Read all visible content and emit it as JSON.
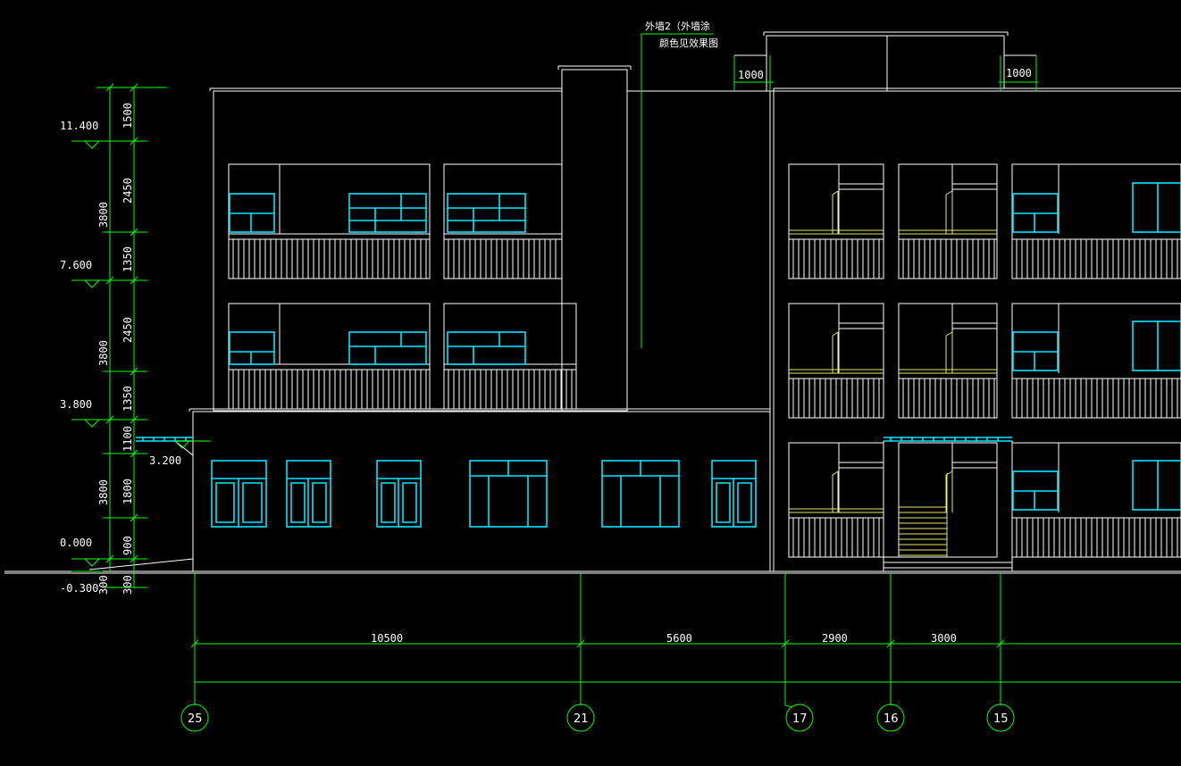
{
  "annotation": {
    "line1": "外墙2（外墙涂",
    "line2": "颜色见效果图"
  },
  "roof_dims": [
    "1000",
    "1000"
  ],
  "elevations": [
    "11.400",
    "7.600",
    "3.800",
    "3.200",
    "0.000",
    "-0.300"
  ],
  "vertical_dims": {
    "total": [
      "3800",
      "3800",
      "3800",
      "300"
    ],
    "parts": [
      "1500",
      "2450",
      "1350",
      "2450",
      "1350",
      "1100",
      "1800",
      "900",
      "300"
    ]
  },
  "horizontal_dims": [
    "10500",
    "5600",
    "2900",
    "3000"
  ],
  "axes": [
    "25",
    "21",
    "17",
    "16",
    "15"
  ],
  "colors": {
    "background": "#000000",
    "lines": "#ffffff",
    "windows": "#00e5ff",
    "dimensions": "#00ff00",
    "stairs": "#e8e86a"
  }
}
